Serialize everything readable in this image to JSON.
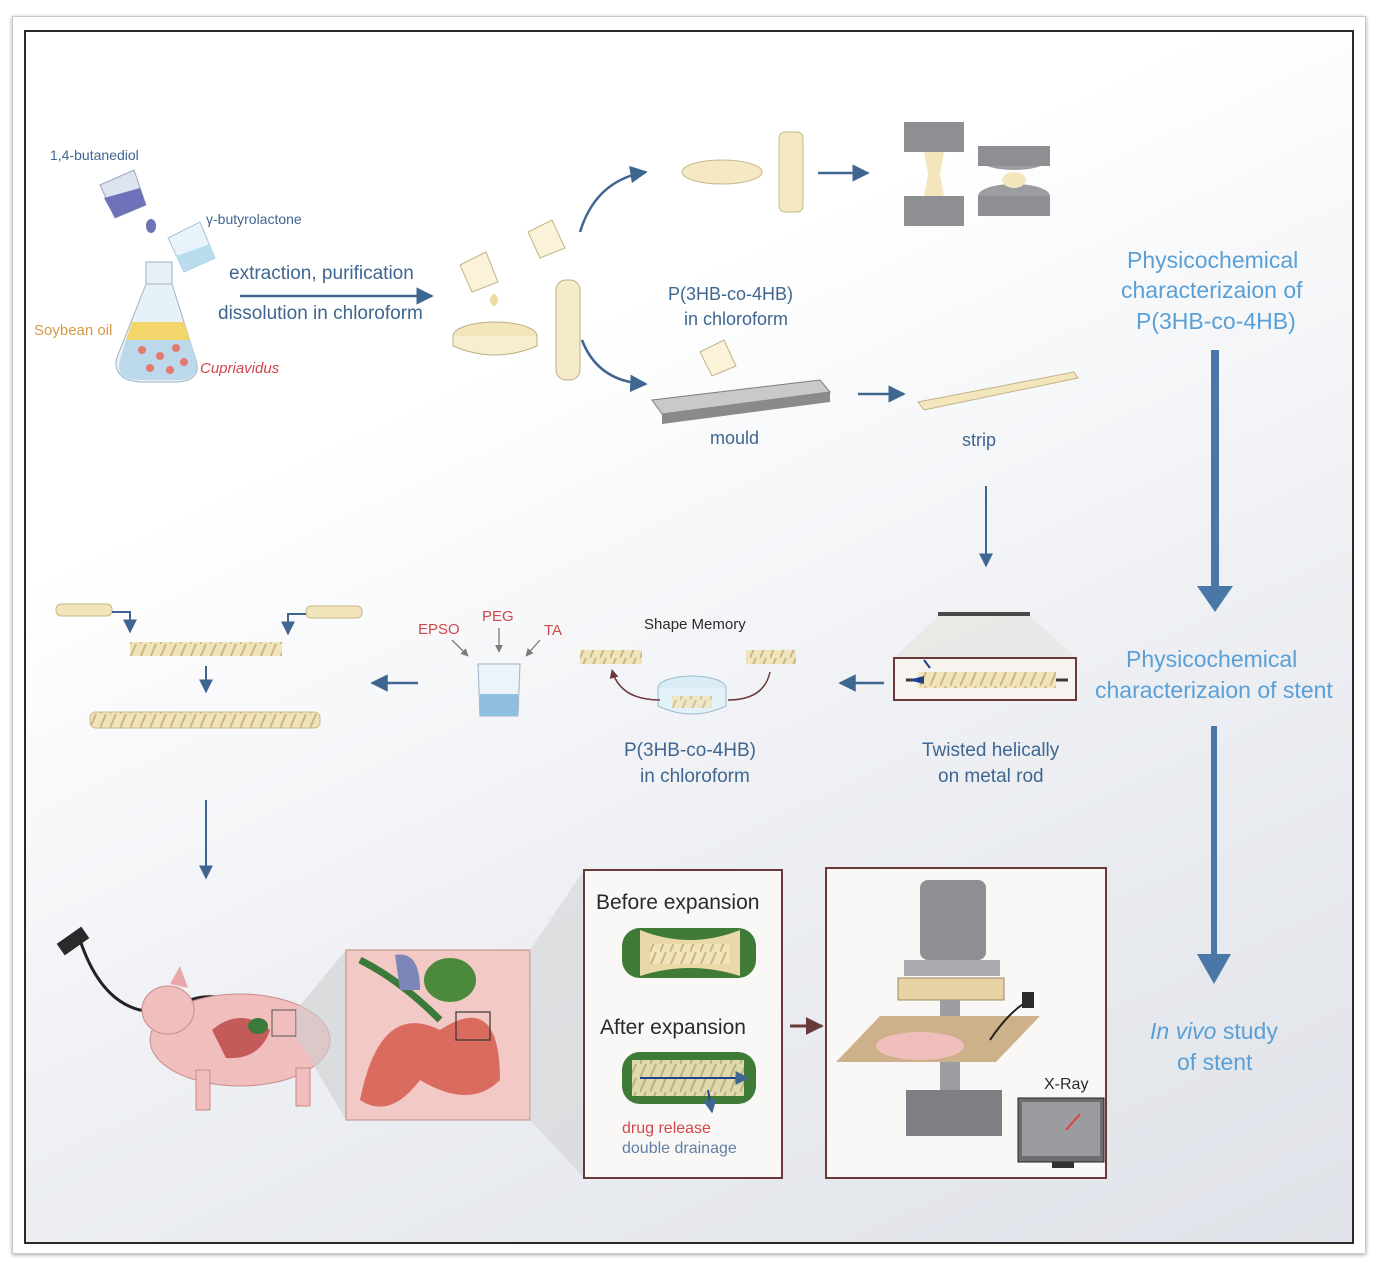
{
  "top": {
    "reagent_1": "1,4-butanediol",
    "reagent_2": "γ-butyrolactone",
    "carbon_source": "Soybean oil",
    "bacterium": "Cupriavidus",
    "step_1a": "extraction, purification",
    "step_1b": "dissolution in chloroform",
    "solution_label_a": "P(3HB-co-4HB)",
    "solution_label_b": "in chloroform",
    "mould": "mould",
    "strip": "strip"
  },
  "middle": {
    "shape_memory": "Shape Memory",
    "additive_1": "EPSO",
    "additive_2": "PEG",
    "additive_3": "TA",
    "coating_a": "P(3HB-co-4HB)",
    "coating_b": "in chloroform",
    "twisted_a": "Twisted helically",
    "twisted_b": "on metal rod"
  },
  "bottom": {
    "before": "Before expansion",
    "after": "After expansion",
    "drug_release": "drug release",
    "double_drainage": "double drainage",
    "xray": "X-Ray"
  },
  "side": {
    "stage_1a": "Physicochemical",
    "stage_1b": "characterizaion of",
    "stage_1c": "P(3HB-co-4HB)",
    "stage_2a": "Physicochemical",
    "stage_2b": "characterizaion of stent",
    "stage_3a_italic": "In vivo",
    "stage_3a_rest": "study",
    "stage_3b": "of stent"
  },
  "colors": {
    "arrow": "#3f6690",
    "side_text": "#5aa0d6",
    "polymer": "#f3e6bd",
    "stent_green": "#3f7a36",
    "pig_pink": "#eeb2b2"
  }
}
